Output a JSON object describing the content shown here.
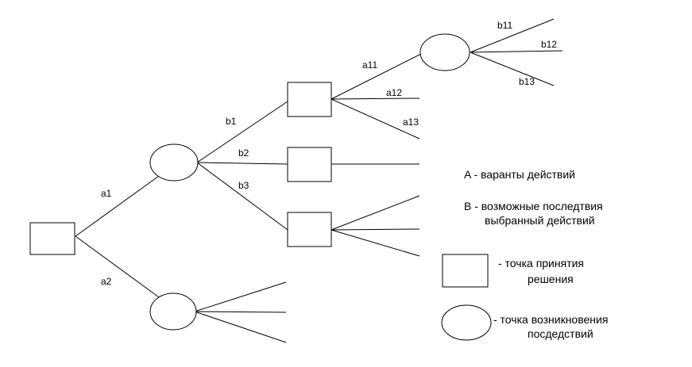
{
  "edge_labels": {
    "a1": "a1",
    "a2": "a2",
    "b1": "b1",
    "b2": "b2",
    "b3": "b3",
    "a11": "a11",
    "a12": "a12",
    "a13": "a13",
    "b11": "b11",
    "b12": "b12",
    "b13": "b13"
  },
  "legend": {
    "a_line": "A - варанты действий",
    "b_line1": "B - возможные последтвия",
    "b_line2": "выбранный действий",
    "decision_line1": "- точка принятия",
    "decision_line2": "решения",
    "chance_line1": "- точка возникновения",
    "chance_line2": "посдедствий"
  }
}
